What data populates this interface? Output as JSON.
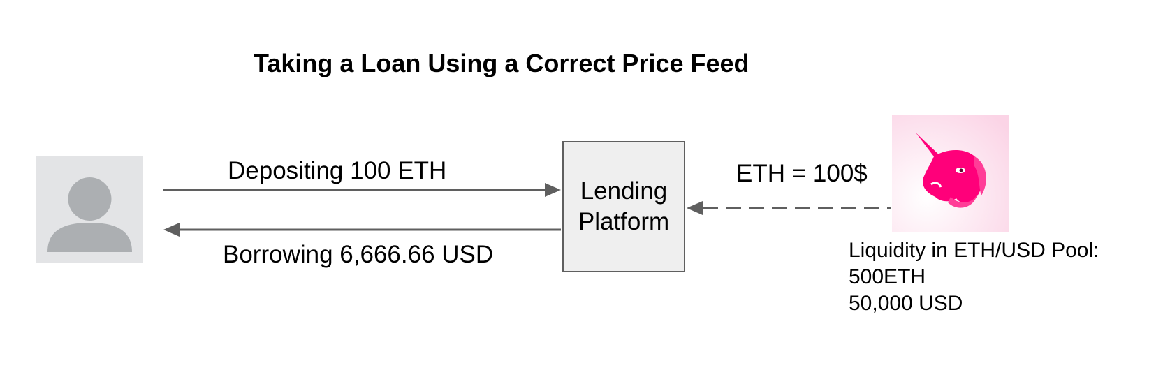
{
  "title": "Taking a Loan Using a Correct Price Feed",
  "user": {
    "icon": "user-avatar-icon"
  },
  "platform": {
    "label": "Lending\nPlatform"
  },
  "flows": {
    "deposit": "Depositing 100 ETH",
    "borrow": "Borrowing 6,666.66 USD",
    "price": "ETH = 100$"
  },
  "oracle": {
    "icon": "uniswap-unicorn-logo",
    "liquidity_lines": [
      "Liquidity in ETH/USD Pool:",
      "500ETH",
      "50,000 USD"
    ]
  },
  "colors": {
    "arrow": "#5f5f5f",
    "avatar_bg": "#e3e4e6",
    "avatar_fg": "#acafb2",
    "platform_bg": "#efefef",
    "uniswap_pink": "#ff007a"
  }
}
